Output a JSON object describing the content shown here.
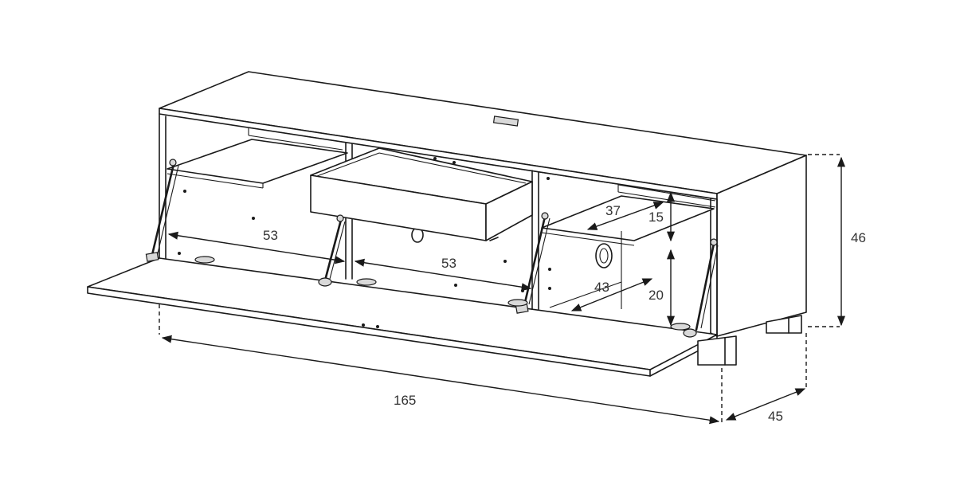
{
  "dimensions": {
    "width_total": "165",
    "depth": "45",
    "height": "46",
    "compartment_left_width": "53",
    "compartment_center_width": "53",
    "compartment_right_upper_depth": "37",
    "compartment_right_lower_depth": "43",
    "compartment_right_upper_height": "15",
    "compartment_right_lower_height": "20"
  },
  "colors": {
    "line": "#1a1a1a",
    "label": "#333333",
    "background": "#ffffff"
  }
}
